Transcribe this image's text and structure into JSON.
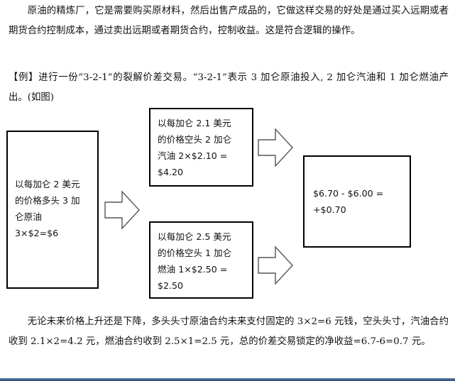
{
  "intro": {
    "text": "原油的精炼厂，它是需要购买原材料，然后出售产成品的，它做这样交易的好处是通过买入远期或者期货合约控制成本，通过卖出远期或者期货合约，控制收益。这是符合逻辑的操作。"
  },
  "example": {
    "text": "【例】进行一份“3-2-1”的裂解价差交易。“3-2-1”表示 3 加仑原油投入, 2 加仑汽油和 1 加仑燃油产出。(如图)"
  },
  "diagram": {
    "crude_box": {
      "lines": [
        "以每加仑 2 美元",
        "的价格多头 3 加",
        "仑原油",
        "3×$2=$6"
      ]
    },
    "gasoline_box": {
      "lines": [
        "以每加仑 2.1 美元",
        "的价格空头 2 加仑",
        "汽油 2×$2.10 =",
        "$4.20"
      ]
    },
    "heating_oil_box": {
      "lines": [
        "以每加仑 2.5 美元",
        "的价格空头 1 加仑",
        "燃油 1×$2.50 =",
        "$2.50"
      ]
    },
    "result_box": {
      "lines": [
        "$6.70 - $6.00 =",
        "+$0.70"
      ]
    },
    "arrow_icon": "hollow-right-arrow-icon"
  },
  "conclusion": {
    "text": "无论未来价格上升还是下降，多头头寸原油合约未来支付固定的 3×2=6 元钱，空头头寸，汽油合约收到 2.1×2=4.2 元，燃油合约收到 2.5×1=2.5 元，总的价差交易锁定的净收益=6.7-6=0.7 元。"
  },
  "colors": {
    "text": "#111111",
    "border": "#000000",
    "bottom_rule": "#3d5d8a"
  }
}
